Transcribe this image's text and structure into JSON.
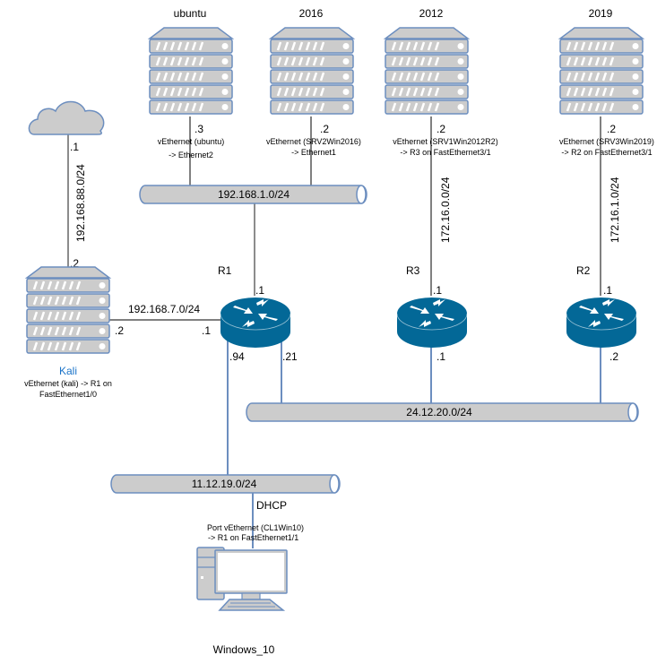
{
  "servers": [
    {
      "id": "ubuntu",
      "title": "ubuntu",
      "ip_suffix": ".3",
      "iface_line1": "vEthernet (ubuntu)",
      "iface_line2": "-> Ethernet2"
    },
    {
      "id": "2016",
      "title": "2016",
      "ip_suffix": ".2",
      "iface_line1": "vEthernet (SRV2Win2016)",
      "iface_line2": "-> Ethernet1"
    },
    {
      "id": "2012",
      "title": "2012",
      "ip_suffix": ".2",
      "iface_line1": "vEthernet (SRV1Win2012R2)",
      "iface_line2": "-> R3 on  FastEthernet3/1"
    },
    {
      "id": "2019",
      "title": "2019",
      "ip_suffix": ".2",
      "iface_line1": "vEthernet (SRV3Win2019)",
      "iface_line2": "-> R2 on FastEthernet3/1"
    }
  ],
  "cloud": {
    "ip_suffix": ".1",
    "network": "192.168.88.0/24"
  },
  "kali": {
    "title": "Kali",
    "uplink_suffix": ".2",
    "r1_link_suffix": ".2",
    "iface_line1": "vEthernet (kali) -> R1 on",
    "iface_line2": "FastEthernet1/0"
  },
  "routers": {
    "r1": {
      "name": "R1",
      "top_suffix": ".1",
      "left_suffix": ".1",
      "down_left_suffix": ".94",
      "down_right_suffix": ".21"
    },
    "r3": {
      "name": "R3",
      "top_suffix": ".1",
      "bottom_suffix": ".1",
      "uplink_network": "172.16.0.0/24"
    },
    "r2": {
      "name": "R2",
      "top_suffix": ".1",
      "bottom_suffix": ".2",
      "uplink_network": "172.16.1.0/24"
    }
  },
  "networks": {
    "lan_servers": "192.168.1.0/24",
    "kali_link": "192.168.7.0/24",
    "backbone": "24.12.20.0/24",
    "client_lan": "11.12.19.0/24"
  },
  "client": {
    "title": "Windows_10",
    "addressing": "DHCP",
    "iface_line1": "Port vEthernet (CL1Win10)",
    "iface_line2": "-> R1 on FastEthernet1/1"
  },
  "colors": {
    "device_fill": "#cccccc",
    "device_stroke": "#6c8ebf",
    "router_fill": "#036897",
    "kali_label": "#1a73c8"
  }
}
